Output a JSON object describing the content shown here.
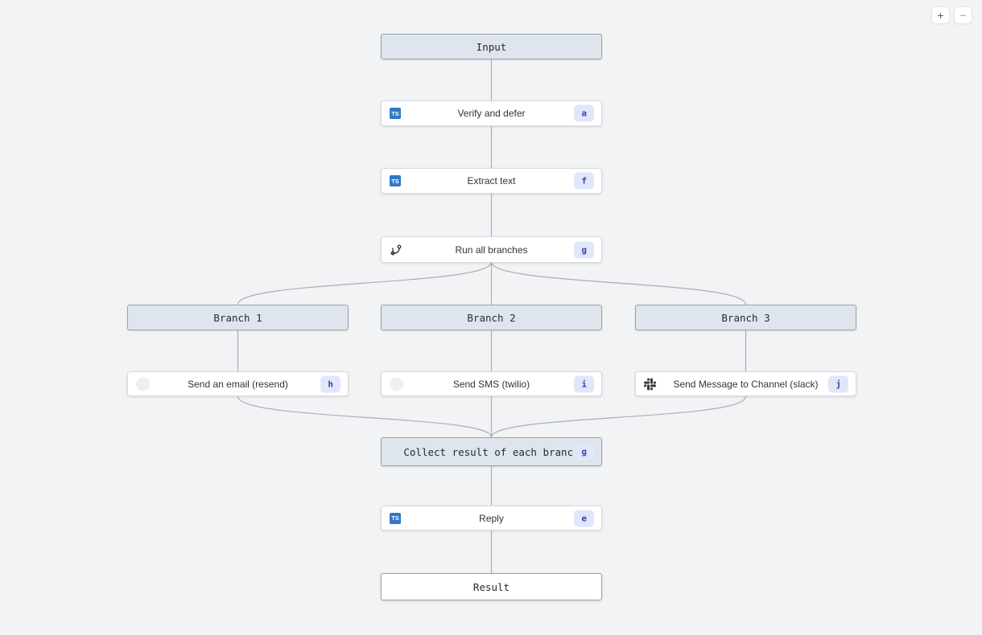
{
  "colors": {
    "canvas_bg": "#f2f3f5",
    "edge_color": "#a9afb6",
    "header_node_bg": "#dfe5ec",
    "header_node_border": "#99a2ab",
    "task_node_bg": "#ffffff",
    "task_node_border": "#d7dade",
    "badge_bg": "#e2e6fa",
    "badge_text": "#3c40a8",
    "ts_icon_bg": "#3178c6",
    "slack_icon_color": "#3b3b3b",
    "faded_icon_bg": "#edeff1"
  },
  "controls": {
    "zoom_in": "+",
    "zoom_out": "−"
  },
  "icons": {
    "ts_label": "TS"
  },
  "nodes": {
    "input": {
      "label": "Input"
    },
    "verify_and_defer": {
      "label": "Verify and defer",
      "badge": "a"
    },
    "extract_text": {
      "label": "Extract text",
      "badge": "f"
    },
    "run_all_branches": {
      "label": "Run all branches",
      "badge": "g"
    },
    "branch_1": {
      "label": "Branch 1"
    },
    "branch_2": {
      "label": "Branch 2"
    },
    "branch_3": {
      "label": "Branch 3"
    },
    "send_email": {
      "label": "Send an email (resend)",
      "badge": "h"
    },
    "send_sms": {
      "label": "Send SMS (twilio)",
      "badge": "i"
    },
    "send_slack": {
      "label": "Send Message to Channel (slack)",
      "badge": "j"
    },
    "collect_result": {
      "label": "Collect result of each branch",
      "badge": "g"
    },
    "reply": {
      "label": "Reply",
      "badge": "e"
    },
    "result": {
      "label": "Result"
    }
  }
}
